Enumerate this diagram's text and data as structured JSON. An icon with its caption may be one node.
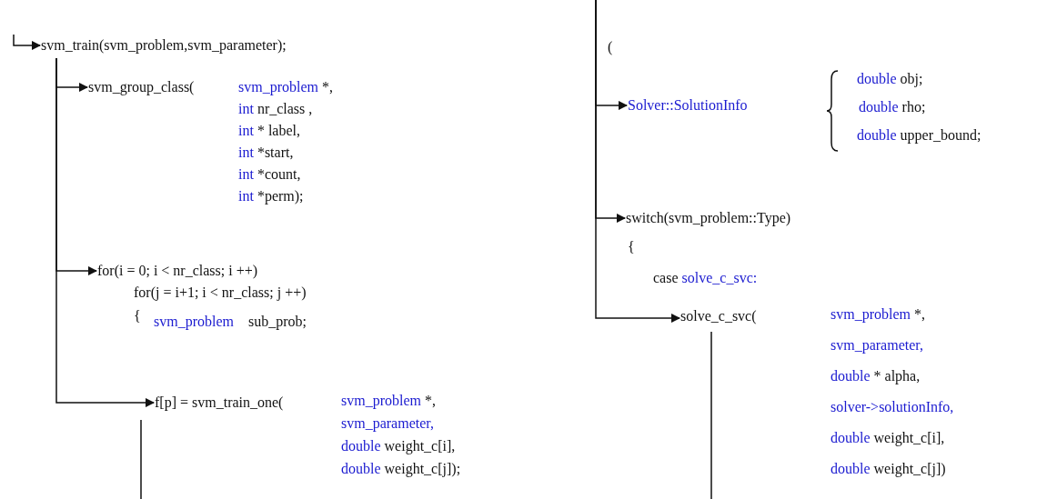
{
  "diagram": {
    "nodes": [
      {
        "text": [
          "svm_train(svm_problem,svm_parameter);"
        ]
      },
      {
        "text": [
          "svm_group_class(",
          "svm_problem *,",
          "int nr_class ,",
          "int * label,",
          "int *start,",
          "int *count,",
          "int *perm);"
        ]
      },
      {
        "text": [
          "for(i = 0; i < nr_class; i ++)",
          "for(j = i+1; i < nr_class; j ++)",
          "{",
          "svm_problem    sub_prob;"
        ]
      },
      {
        "text": [
          "f[p] = svm_train_one(",
          "svm_problem *,",
          "svm_parameter,",
          "double weight_c[i],",
          "double weight_c[j]);"
        ]
      },
      {
        "text": [
          "Solver::SolutionInfo",
          "double obj;",
          "double rho;",
          "double upper_bound;"
        ]
      },
      {
        "text": [
          "switch(svm_problem::Type)"
        ]
      },
      {
        "text": [
          "solve_c_svc(",
          "svm_problem *,",
          "svm_parameter,",
          "double * alpha,",
          "solver->solutionInfo,",
          "double weight_c[i],",
          "double weight_c[j])"
        ]
      }
    ],
    "edges": [
      {
        "from": null,
        "to": 0,
        "arrow": "to"
      },
      {
        "from": 0,
        "to": 1,
        "arrow": "to"
      },
      {
        "from": 0,
        "to": 2,
        "arrow": "to"
      },
      {
        "from": 0,
        "to": 3,
        "arrow": "to"
      },
      {
        "from": 3,
        "to": null,
        "arrow": "none"
      },
      {
        "from": null,
        "to": 4,
        "arrow": "to"
      },
      {
        "from": null,
        "to": 5,
        "arrow": "to"
      },
      {
        "from": null,
        "to": 6,
        "arrow": "to"
      },
      {
        "from": 6,
        "to": null,
        "arrow": "none"
      }
    ],
    "labels": [
      "(",
      "{",
      "case solve_c_svc:"
    ]
  }
}
